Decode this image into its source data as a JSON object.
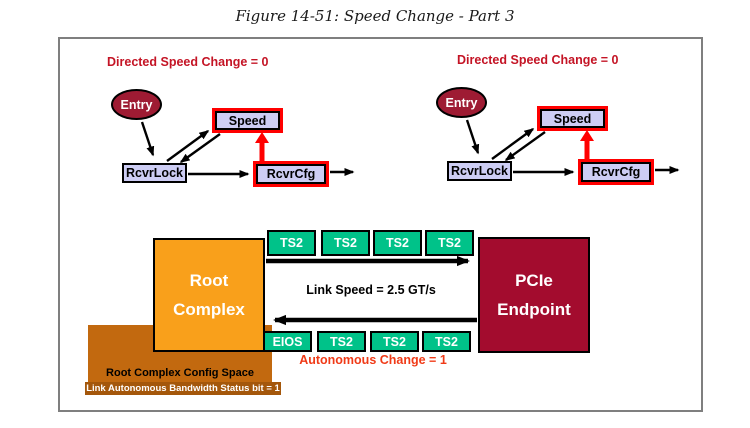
{
  "title": "Figure 14-51: Speed Change - Part 3",
  "state_diagrams": [
    {
      "caption": "Directed Speed Change = 0",
      "entry": "Entry",
      "speed": "Speed",
      "rcvr_lock": "RcvrLock",
      "rcvr_cfg": "RcvrCfg"
    },
    {
      "caption": "Directed Speed Change = 0",
      "entry": "Entry",
      "speed": "Speed",
      "rcvr_lock": "RcvrLock",
      "rcvr_cfg": "RcvrCfg"
    }
  ],
  "link_diagram": {
    "root_complex_line1": "Root",
    "root_complex_line2": "Complex",
    "endpoint_line1": "PCIe",
    "endpoint_line2": "Endpoint",
    "tx": [
      "TS2",
      "TS2",
      "TS2",
      "TS2"
    ],
    "rx": [
      "EIOS",
      "TS2",
      "TS2",
      "TS2"
    ],
    "link_speed": "Link Speed = 2.5 GT/s",
    "autonomous": "Autonomous Change = 1",
    "config_space_title": "Root Complex Config Space",
    "config_space_status": "Link Autonomous Bandwidth Status bit = 1"
  },
  "colors": {
    "state_fill": "#CDCDF4",
    "entry_red": "#9E1B33",
    "endpoint_red": "#A30C2E",
    "root_complex_orange": "#F9A01B",
    "config_brown": "#C2690F",
    "config_strip_brown": "#A4570B",
    "ordered_set_green": "#00C289",
    "highlight_red": "#FF0000",
    "caption_red": "#C41425",
    "autonomous_red": "#F03A17"
  }
}
